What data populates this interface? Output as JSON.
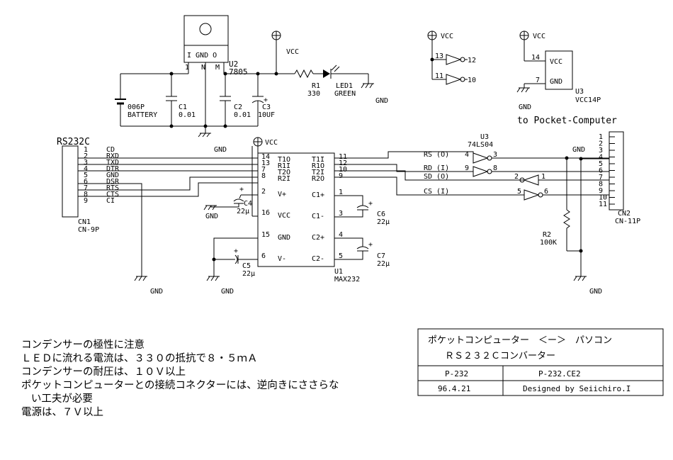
{
  "regulator": {
    "pins": "I GND O",
    "pin_marks": [
      "1",
      "N",
      "M"
    ],
    "ref": "U2",
    "part": "7805"
  },
  "supply": {
    "vcc": "VCC",
    "gnd": "GND"
  },
  "battery": {
    "part": "006P",
    "label": "BATTERY"
  },
  "caps": {
    "c1": {
      "ref": "C1",
      "value": "0.01"
    },
    "c2": {
      "ref": "C2",
      "value": "0.01"
    },
    "c3": {
      "ref": "C3",
      "value": "10UF"
    },
    "c4": {
      "ref": "C4",
      "value": "22μ"
    },
    "c5": {
      "ref": "C5",
      "value": "22μ"
    },
    "c6": {
      "ref": "C6",
      "value": "22μ"
    },
    "c7": {
      "ref": "C7",
      "value": "22μ"
    }
  },
  "r1": {
    "ref": "R1",
    "value": "330"
  },
  "led": {
    "ref": "LED1",
    "color": "GREEN"
  },
  "r2": {
    "ref": "R2",
    "value": "100K"
  },
  "u3_top": {
    "pins": [
      "13",
      "12",
      "11",
      "10"
    ],
    "power_pins": [
      "14",
      "7"
    ],
    "vcc_label": "VCC",
    "gnd_label": "GND",
    "ref": "U3",
    "note": "VCC14P"
  },
  "pocket_label": "to Pocket-Computer",
  "cn1": {
    "title": "RS232C",
    "pins": [
      "1",
      "2",
      "3",
      "4",
      "5",
      "6",
      "7",
      "8",
      "9"
    ],
    "signals": [
      "CD",
      "RXD",
      "TXD",
      "DTR",
      "GND",
      "DSR",
      "RTS",
      "CTS",
      "CI"
    ],
    "ref": "CN1",
    "part": "CN-9P"
  },
  "u1": {
    "left_pins": [
      "14",
      "13",
      "7",
      "8",
      "2",
      "16",
      "15",
      "6"
    ],
    "left_names": [
      "T1O",
      "R1I",
      "T2O",
      "R2I",
      "V+",
      "VCC",
      "GND",
      "V-"
    ],
    "right_pins": [
      "11",
      "12",
      "10",
      "9",
      "1",
      "3",
      "4",
      "5"
    ],
    "right_names": [
      "T1I",
      "R1O",
      "T2I",
      "R2O",
      "C1+",
      "C1-",
      "C2+",
      "C2-"
    ],
    "ref": "U1",
    "part": "MAX232"
  },
  "u3_mid": {
    "ref": "U3",
    "part": "74LS04",
    "pins": [
      "4",
      "3",
      "9",
      "8",
      "2",
      "1",
      "5",
      "6"
    ]
  },
  "signals": [
    "RS (O)",
    "RD (I)",
    "SD (O)",
    "CS (I)"
  ],
  "cn2": {
    "pins": [
      "1",
      "2",
      "3",
      "4",
      "5",
      "6",
      "7",
      "8",
      "9",
      "10",
      "11"
    ],
    "gnd": "GND",
    "ref": "CN2",
    "part": "CN-11P"
  },
  "notes": [
    "コンデンサーの極性に注意",
    "ＬＥＤに流れる電流は、３３０の抵抗で８・５ｍＡ",
    "コンデンサーの耐圧は、１０Ｖ以上",
    "ポケットコンピューターとの接続コネクターには、逆向きにささらな",
    "   い工夫が必要",
    "電源は、７Ｖ以上"
  ],
  "title_block": {
    "title1": "ポケットコンピューター　＜ー＞　パソコン",
    "title2": "ＲＳ２３２Ｃコンバーター",
    "code": "P-232",
    "file": "P-232.CE2",
    "date": "96.4.21",
    "designer": "Designed by Seiichiro.I"
  }
}
